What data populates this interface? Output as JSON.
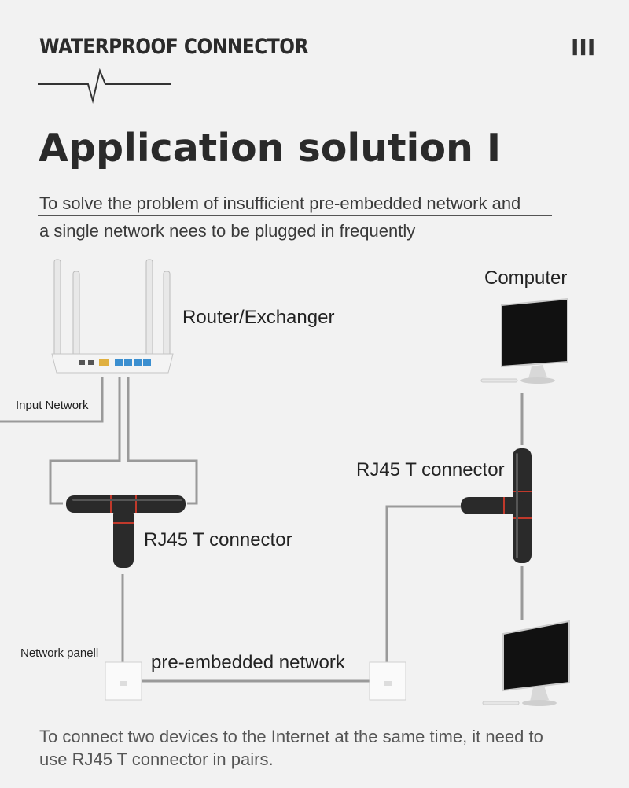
{
  "header": {
    "brand_title": "WATERPROOF CONNECTOR",
    "page_number": "III"
  },
  "heading": "Application solution I",
  "subtitle": {
    "line1": "To solve the problem of insufficient pre-embedded network and",
    "line2": "a single network nees to be plugged in frequently"
  },
  "labels": {
    "router": "Router/Exchanger",
    "computer": "Computer",
    "input_network": "Input Network",
    "rj45_left": "RJ45 T connector",
    "rj45_right": "RJ45 T connector",
    "network_panel": "Network panell",
    "pre_embedded": "pre-embedded network"
  },
  "footer": {
    "line1": "To connect two devices to the Internet at the same time, it need to",
    "line2": "use RJ45 T connector in pairs."
  },
  "icons": [
    "heartbeat-line-icon",
    "router-icon",
    "monitor-icon",
    "rj45-t-connector-icon",
    "network-panel-icon"
  ],
  "colors": {
    "background": "#f2f2f2",
    "text": "#333333",
    "connector_body": "#2a2a2a",
    "connector_accent": "#c0392b",
    "router_port": "#3b8fd0",
    "wire": "#9a9a9a"
  }
}
